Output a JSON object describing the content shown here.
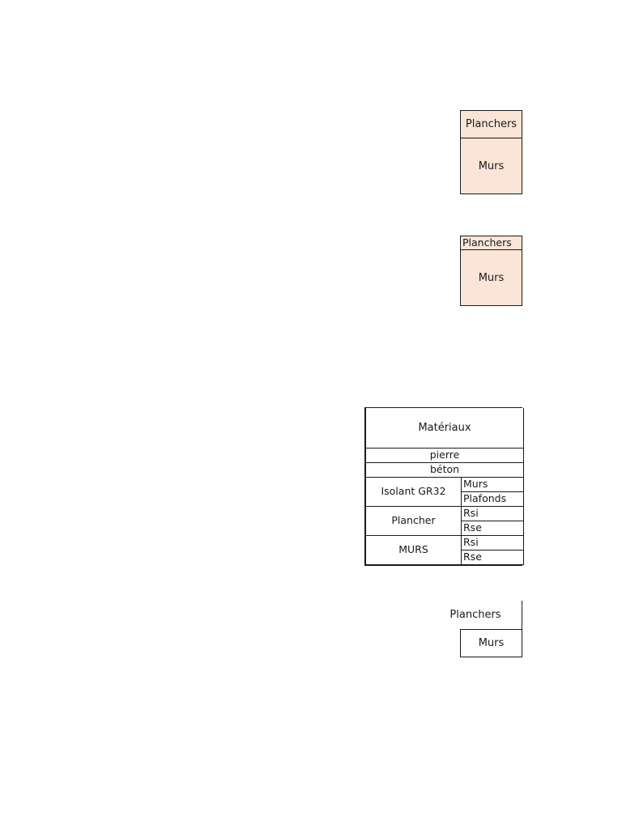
{
  "document": {
    "language": "fr",
    "background_color": "#ffffff",
    "accent_fill_color": "#FAE5D6",
    "border_color": "#1a1a1a"
  },
  "group_1": {
    "planchers_label": "Planchers",
    "murs_label": "Murs"
  },
  "group_2": {
    "planchers_label": "Planchers",
    "murs_label": "Murs"
  },
  "group_4": {
    "planchers_label": "Planchers",
    "murs_label": "Murs"
  },
  "materials_table": {
    "header": "Matériaux",
    "rows": [
      {
        "label": "pierre",
        "span": true,
        "subs": []
      },
      {
        "label": "béton",
        "span": true,
        "subs": []
      },
      {
        "label": "Isolant  GR32",
        "span": false,
        "subs": [
          "Murs",
          "Plafonds"
        ]
      },
      {
        "label": "Plancher",
        "span": false,
        "subs": [
          "Rsi",
          "Rse"
        ]
      },
      {
        "label": "MURS",
        "span": false,
        "subs": [
          "Rsi",
          "Rse"
        ]
      }
    ]
  }
}
